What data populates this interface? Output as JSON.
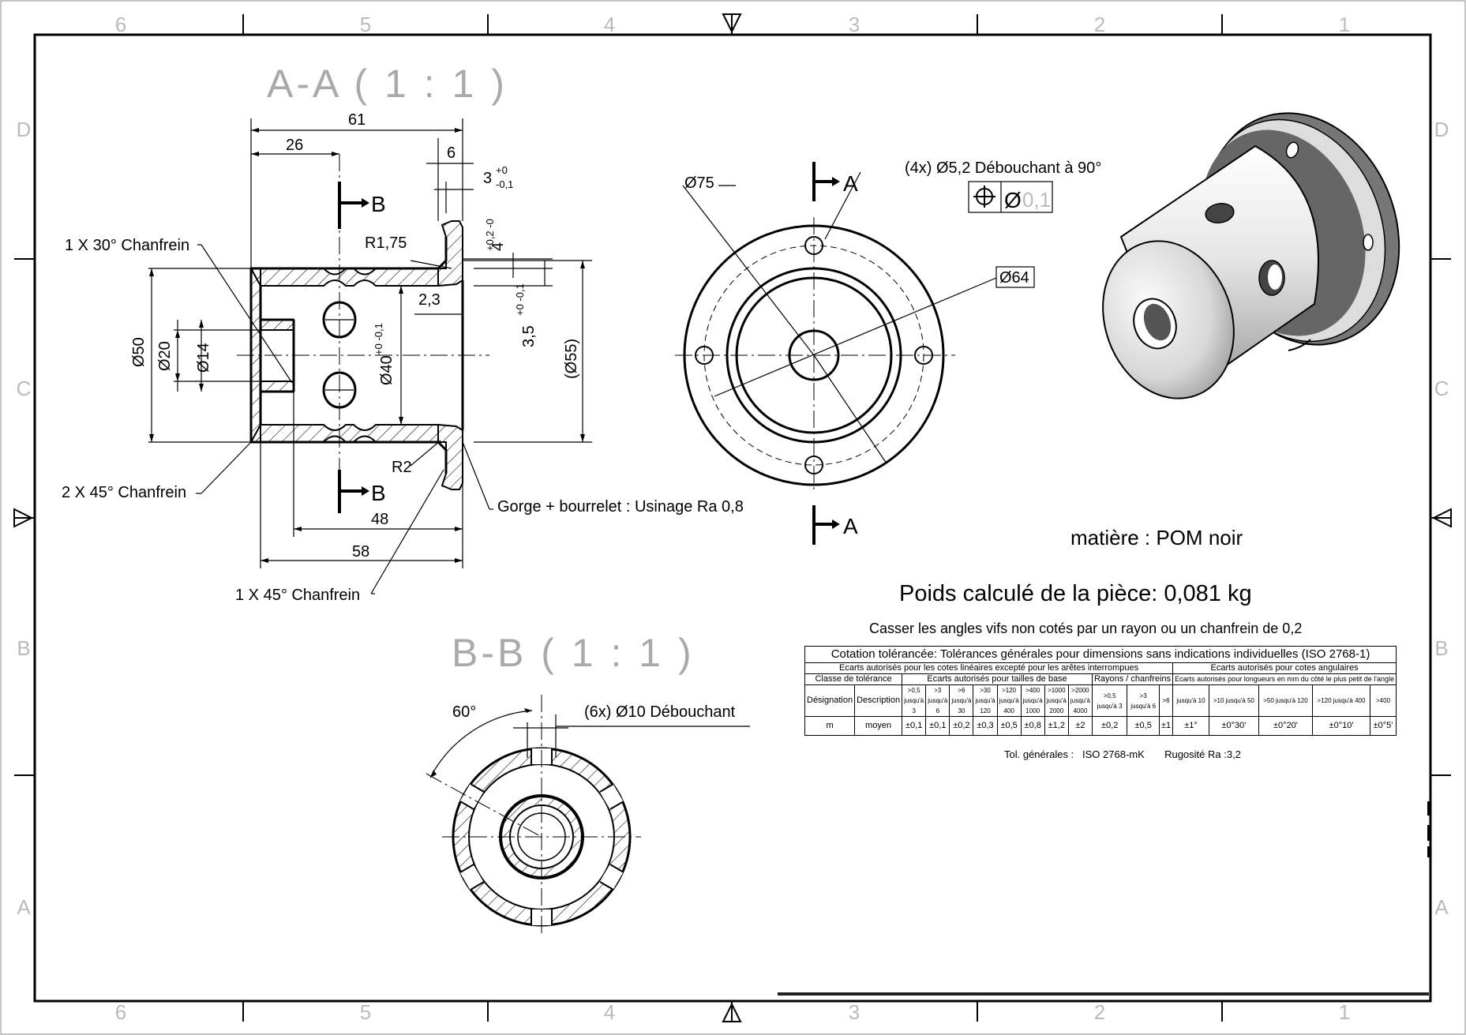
{
  "sheet": {
    "border_cols": [
      "6",
      "5",
      "4",
      "3",
      "2",
      "1"
    ],
    "border_rows": [
      "D",
      "C",
      "B",
      "A"
    ]
  },
  "views": {
    "section_aa": {
      "title": "A-A ( 1 : 1 )"
    },
    "section_bb": {
      "title": "B-B ( 1 : 1 )"
    },
    "section_marks": {
      "a": "A",
      "b": "B"
    }
  },
  "dims": {
    "d61": "61",
    "d26": "26",
    "d6": "6",
    "d3": "3",
    "d3_tol_up": "+0",
    "d3_tol_dn": "-0,1",
    "d4": "4",
    "d4_tol": "+0,2 -0",
    "r175": "R1,75",
    "d23": "2,3",
    "d35": "3,5",
    "d35_tol": "+0 -0,1",
    "d55": "(Ø55)",
    "d40": "Ø40",
    "d40_tol": "+0 -0,1",
    "d50": "Ø50",
    "d20": "Ø20",
    "d14": "Ø14",
    "r2": "R2",
    "d48": "48",
    "d58": "58",
    "d75": "Ø75",
    "d64": "Ø64",
    "angle60": "60°"
  },
  "notes": {
    "chanfrein_30": "1 X 30° Chanfrein",
    "chanfrein_2x45": "2 X 45° Chanfrein",
    "chanfrein_1x45": "1 X 45° Chanfrein",
    "gorge": "Gorge + bourrelet : Usinage Ra 0,8",
    "holes_4x": "(4x) Ø5,2 Débouchant à 90°",
    "position_tol_symbol": "⌖",
    "position_tol_dia": "Ø",
    "position_tol_value": "0,1",
    "holes_6x": "(6x) Ø10 Débouchant",
    "material": "matière : POM noir",
    "weight": "Poids calculé de la pièce: 0,081 kg",
    "break_edges": "Casser les angles vifs non cotés par un rayon ou un chanfrein de 0,2",
    "tol_gen_label": "Tol. générales :",
    "tol_gen_value": "ISO 2768-mK",
    "rugosite_label": "Rugosité Ra :",
    "rugosite_value": "3,2"
  },
  "tolerance_table": {
    "caption": "Cotation tolérancée: Tolérances générales pour dimensions sans indications individuelles (ISO 2768-1)",
    "linear_header": "Ecarts autorisés pour les cotes linéaires excepté pour les arêtes interrompues",
    "angular_header": "Ecarts autorisés pour cotes angulaires",
    "class_header": "Classe de tolérance",
    "base_header": "Ecarts autorisés pour tailles de base",
    "radii_header": "Rayons / chanfreins",
    "angular_sub": "Ecarts autorisés pour longueurs en mm du côté le plus petit de l'angle",
    "col_designation": "Désignation",
    "col_description": "Description",
    "ranges": [
      ">0,5 jusqu'à 3",
      ">3 jusqu'à 6",
      ">6 jusqu'à 30",
      ">30 jusqu'à 120",
      ">120 jusqu'à 400",
      ">400 jusqu'à 1000",
      ">1000 jusqu'à 2000",
      ">2000 jusqu'à 4000"
    ],
    "radii_ranges": [
      ">0,5 jusqu'à 3",
      ">3 jusqu'à 6",
      ">6"
    ],
    "angle_ranges": [
      "jusqu'à 10",
      ">10 jusqu'à 50",
      ">50 jusqu'à 120",
      ">120 jusqu'à 400",
      ">400"
    ],
    "row": {
      "designation": "m",
      "description": "moyen",
      "values": [
        "±0,1",
        "±0,1",
        "±0,2",
        "±0,3",
        "±0,5",
        "±0,8",
        "±1,2",
        "±2"
      ],
      "radii_values": [
        "±0,2",
        "±0,5",
        "±1"
      ],
      "angle_values": [
        "±1°",
        "±0°30'",
        "±0°20'",
        "±0°10'",
        "±0°5'"
      ]
    }
  }
}
